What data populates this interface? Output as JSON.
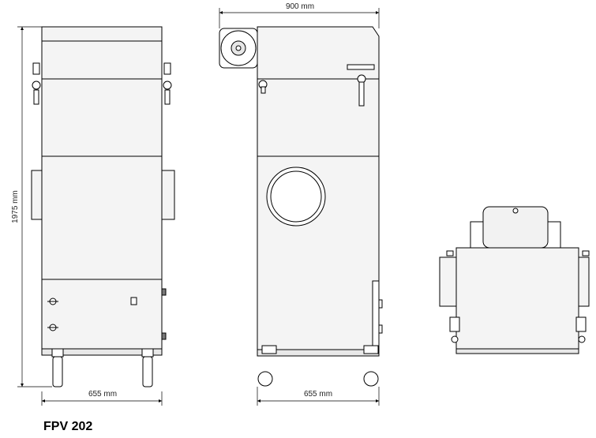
{
  "dimensions": {
    "overall_width": "900 mm",
    "height": "1975 mm",
    "front_depth": "655 mm",
    "side_depth": "655 mm"
  },
  "model": "FPV 202",
  "colors": {
    "line": "#000000",
    "panel": "#f3f3f3",
    "dark_panel": "#e6e6e6"
  }
}
